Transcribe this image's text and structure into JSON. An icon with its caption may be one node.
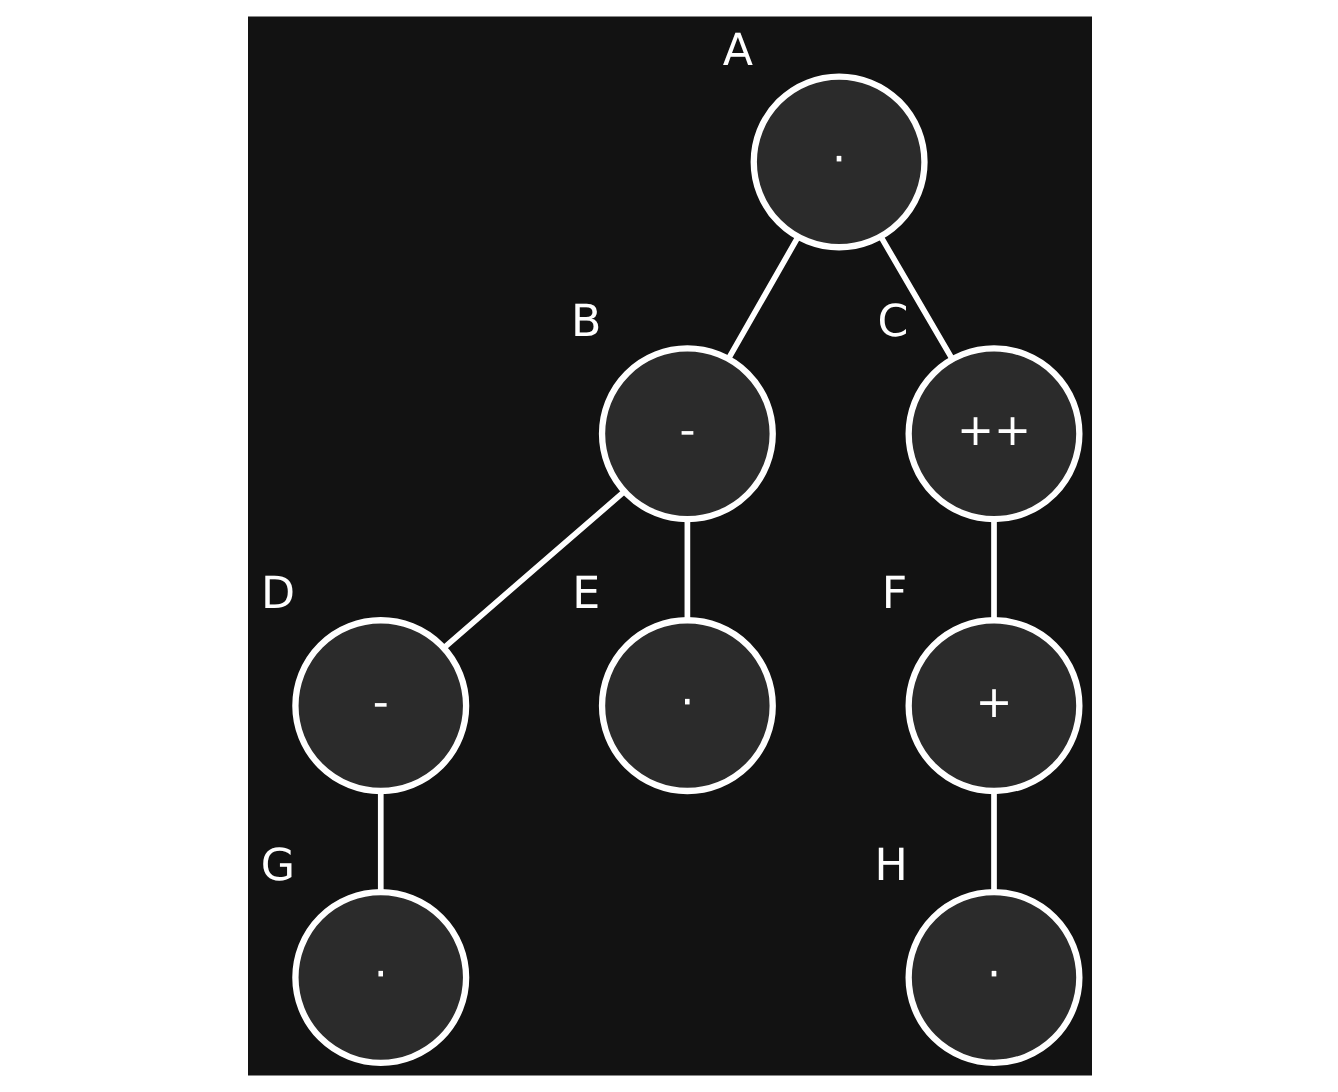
{
  "diagram": {
    "nodes": [
      {
        "text": [
          "·"
        ],
        "beside": [
          "A"
        ]
      },
      {
        "text": [
          "-"
        ],
        "beside": [
          "B"
        ]
      },
      {
        "text": [
          "++"
        ],
        "beside": [
          "C"
        ]
      },
      {
        "text": [
          "-"
        ],
        "beside": [
          "D"
        ]
      },
      {
        "text": [
          "·"
        ],
        "beside": [
          "E"
        ]
      },
      {
        "text": [
          "+"
        ],
        "beside": [
          "F"
        ]
      },
      {
        "text": [
          "·"
        ],
        "beside": [
          "G"
        ]
      },
      {
        "text": [
          "·"
        ],
        "beside": [
          "H"
        ]
      }
    ],
    "edges": [
      {
        "from": 0,
        "to": 1,
        "arrow": "none"
      },
      {
        "from": 0,
        "to": 2,
        "arrow": "none"
      },
      {
        "from": 1,
        "to": 3,
        "arrow": "none"
      },
      {
        "from": 1,
        "to": 4,
        "arrow": "none"
      },
      {
        "from": 3,
        "to": 6,
        "arrow": "none"
      },
      {
        "from": 2,
        "to": 5,
        "arrow": "none"
      },
      {
        "from": 5,
        "to": 7,
        "arrow": "none"
      }
    ]
  }
}
